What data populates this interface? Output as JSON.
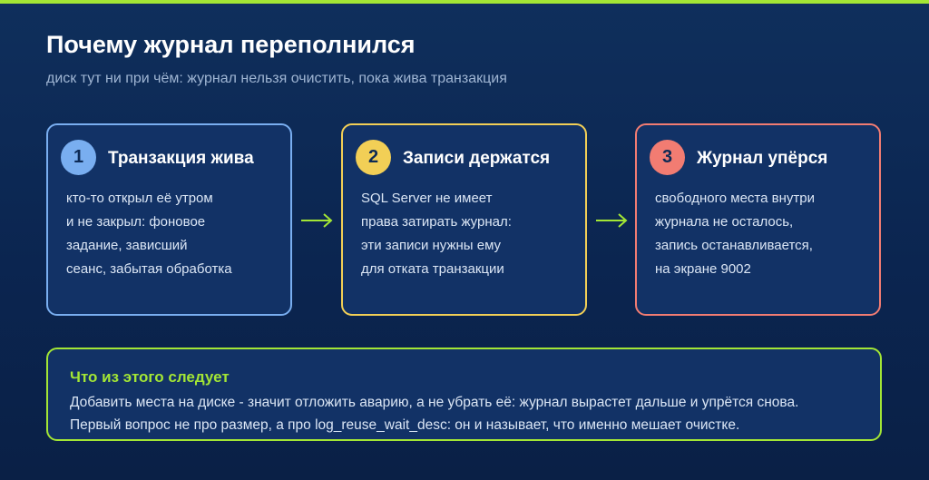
{
  "title": "Почему журнал переполнился",
  "subtitle": "диск тут ни при чём: журнал нельзя очистить, пока жива транзакция",
  "colors": {
    "accent_green": "#a3e635",
    "step1": "#79aef0",
    "step2": "#f2cf56",
    "step3": "#f27c72",
    "background": "#0b2550"
  },
  "steps": [
    {
      "number": "1",
      "title": "Транзакция жива",
      "lines": [
        "кто-то открыл её утром",
        "и не закрыл: фоновое",
        "задание, зависший",
        "сеанс, забытая обработка"
      ]
    },
    {
      "number": "2",
      "title": "Записи держатся",
      "lines": [
        "SQL Server не имеет",
        "права затирать журнал:",
        "эти записи нужны ему",
        "для отката транзакции"
      ]
    },
    {
      "number": "3",
      "title": "Журнал упёрся",
      "lines": [
        "свободного места внутри",
        "журнала не осталось,",
        "запись останавливается,",
        "на экране 9002"
      ]
    }
  ],
  "arrow_icon": "arrow-right-icon",
  "conclusion": {
    "title": "Что из этого следует",
    "lines": [
      "Добавить места на диске - значит отложить аварию, а не убрать её: журнал вырастет дальше и упрётся снова.",
      "Первый вопрос не про размер, а про log_reuse_wait_desc: он и называет, что именно мешает очистке."
    ]
  }
}
